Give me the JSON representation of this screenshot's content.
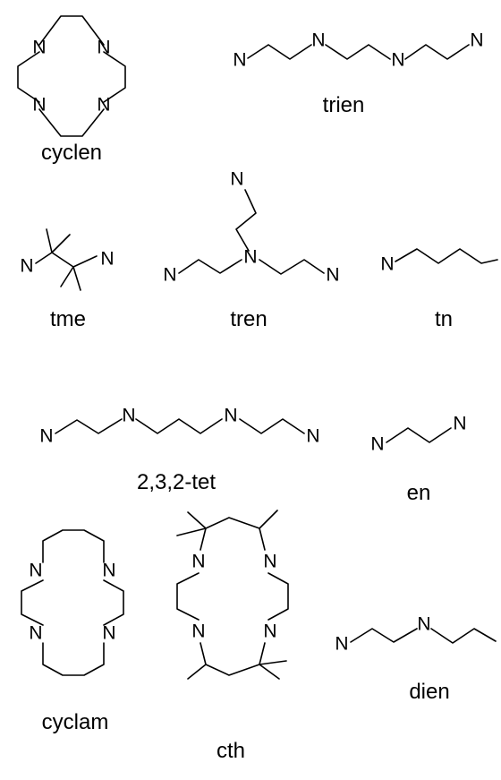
{
  "atom_label": "N",
  "labels": {
    "cyclen": "cyclen",
    "trien": "trien",
    "tme": "tme",
    "tren": "tren",
    "tn": "tn",
    "tet232": "2,3,2-tet",
    "en": "en",
    "cyclam": "cyclam",
    "cth": "cth",
    "dien": "dien"
  }
}
